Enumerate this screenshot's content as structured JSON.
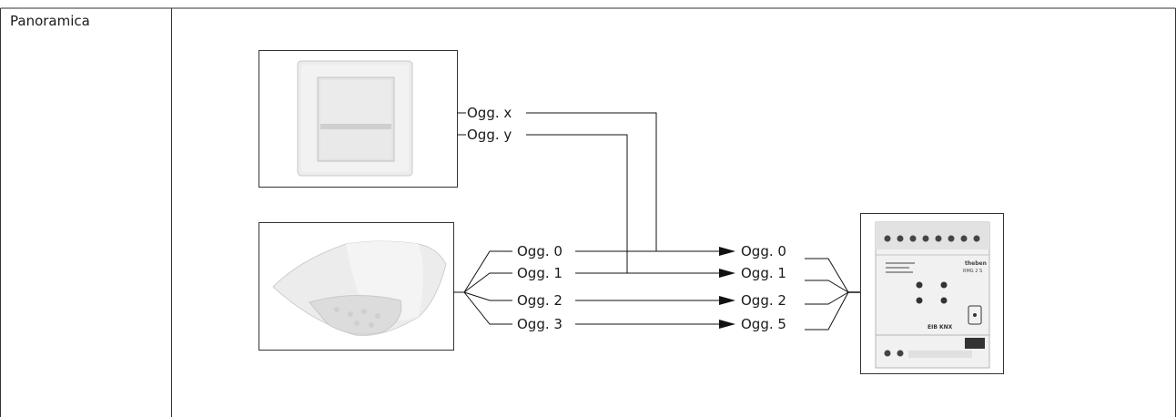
{
  "section_label": "Panoramica",
  "switch_outputs": [
    "Ogg. x",
    "Ogg. y"
  ],
  "sensor_outputs": [
    "Ogg. 0",
    "Ogg. 1",
    "Ogg. 2",
    "Ogg. 3"
  ],
  "actuator_inputs": [
    "Ogg. 0",
    "Ogg. 1",
    "Ogg. 2",
    "Ogg. 5"
  ],
  "device_brand": "theben",
  "device_model": "RMG 2 S",
  "device_bus_logo": "EIB KNX"
}
